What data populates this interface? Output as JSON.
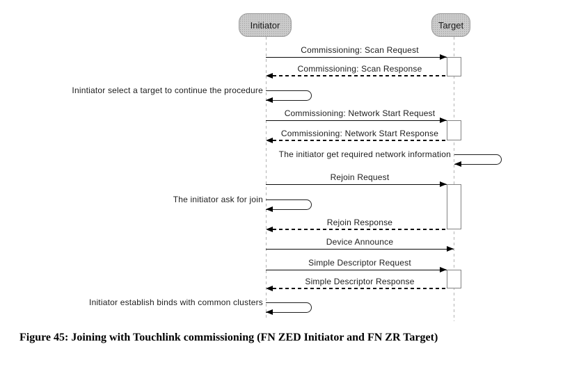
{
  "diagram": {
    "actors": [
      {
        "name": "Initiator"
      },
      {
        "name": "Target"
      }
    ],
    "messages": [
      {
        "label": "Commissioning: Scan Request",
        "type": "solid",
        "from": "Initiator",
        "to": "Target"
      },
      {
        "label": "Commissioning: Scan Response",
        "type": "dashed",
        "from": "Target",
        "to": "Initiator"
      },
      {
        "label": "Inintiator select a target to continue the procedure",
        "type": "self",
        "actor": "Initiator"
      },
      {
        "label": "Commissioning: Network Start Request",
        "type": "solid",
        "from": "Initiator",
        "to": "Target"
      },
      {
        "label": "Commissioning: Network Start Response",
        "type": "dashed",
        "from": "Target",
        "to": "Initiator"
      },
      {
        "label": "The initiator get required network information",
        "type": "self",
        "actor": "Target"
      },
      {
        "label": "Rejoin Request",
        "type": "solid",
        "from": "Initiator",
        "to": "Target"
      },
      {
        "label": "The initiator ask for join",
        "type": "self",
        "actor": "Initiator"
      },
      {
        "label": "Rejoin Response",
        "type": "dashed",
        "from": "Target",
        "to": "Initiator"
      },
      {
        "label": "Device Announce",
        "type": "solid",
        "from": "Initiator",
        "to": "Target"
      },
      {
        "label": "Simple Descriptor Request",
        "type": "solid",
        "from": "Initiator",
        "to": "Target"
      },
      {
        "label": "Simple Descriptor Response",
        "type": "dashed",
        "from": "Target",
        "to": "Initiator"
      },
      {
        "label": "Initiator establish binds with common clusters",
        "type": "self",
        "actor": "Initiator"
      }
    ]
  },
  "caption": "Figure 45: Joining with Touchlink commissioning (FN ZED Initiator and FN ZR Target)",
  "colors": {
    "background": "#ffffff",
    "actor_fill": "#cbcbcb",
    "actor_border": "#9c9c9c",
    "message_line": "#0a0a0a",
    "lifeline": "#b3b3b3",
    "caption_text": "#000000"
  }
}
